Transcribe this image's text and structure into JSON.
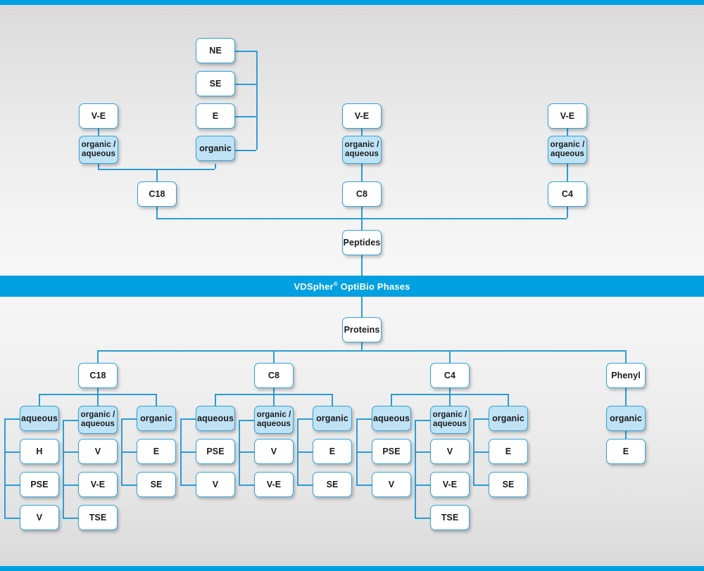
{
  "banner": {
    "text_before": "VDSpher",
    "registered_mark": "®",
    "text_after": " OptiBio Phases",
    "bg_color": "#00a0e1",
    "text_color": "#ffffff"
  },
  "theme": {
    "accent_blue": "#00a0e1",
    "line_blue": "#2c9cd6",
    "border_blue": "#34a3db",
    "highlight_fill": "#bfe2f4",
    "node_fill": "#ffffff",
    "page_bg_top": "#d9d9d9",
    "page_bg_mid": "#f7f7f7",
    "page_bg_bottom": "#d8d8d8"
  },
  "peptides": {
    "root_label": "Peptides",
    "columns": [
      {
        "id": "c18",
        "label": "C18",
        "modifiers": [
          {
            "id": "c18-org-aq",
            "label": "organic /\naqueous",
            "highlight": true,
            "parents": [
              {
                "id": "c18-ve",
                "label": "V-E",
                "highlight": false
              }
            ]
          },
          {
            "id": "c18-organic",
            "label": "organic",
            "highlight": true,
            "parents": [
              {
                "id": "c18-ne",
                "label": "NE",
                "highlight": false
              },
              {
                "id": "c18-se",
                "label": "SE",
                "highlight": false
              },
              {
                "id": "c18-e",
                "label": "E",
                "highlight": false
              }
            ]
          }
        ]
      },
      {
        "id": "c8",
        "label": "C8",
        "modifiers": [
          {
            "id": "c8-org-aq",
            "label": "organic /\naqueous",
            "highlight": true,
            "parents": [
              {
                "id": "c8-ve",
                "label": "V-E",
                "highlight": false
              }
            ]
          }
        ]
      },
      {
        "id": "c4",
        "label": "C4",
        "modifiers": [
          {
            "id": "c4-org-aq",
            "label": "organic /\naqueous",
            "highlight": true,
            "parents": [
              {
                "id": "c4-ve",
                "label": "V-E",
                "highlight": false
              }
            ]
          }
        ]
      }
    ]
  },
  "proteins": {
    "root_label": "Proteins",
    "columns": [
      {
        "id": "p-c18",
        "label": "C18",
        "groups": [
          {
            "id": "p-c18-aqueous",
            "label": "aqueous",
            "highlight": true,
            "children": [
              {
                "id": "p-c18-aq-h",
                "label": "H"
              },
              {
                "id": "p-c18-aq-pse",
                "label": "PSE"
              },
              {
                "id": "p-c18-aq-v",
                "label": "V"
              }
            ]
          },
          {
            "id": "p-c18-orgaq",
            "label": "organic /\naqueous",
            "highlight": true,
            "children": [
              {
                "id": "p-c18-oa-v",
                "label": "V"
              },
              {
                "id": "p-c18-oa-ve",
                "label": "V-E"
              },
              {
                "id": "p-c18-oa-tse",
                "label": "TSE"
              }
            ]
          },
          {
            "id": "p-c18-organic",
            "label": "organic",
            "highlight": true,
            "children": [
              {
                "id": "p-c18-o-e",
                "label": "E"
              },
              {
                "id": "p-c18-o-se",
                "label": "SE"
              }
            ]
          }
        ]
      },
      {
        "id": "p-c8",
        "label": "C8",
        "groups": [
          {
            "id": "p-c8-aqueous",
            "label": "aqueous",
            "highlight": true,
            "children": [
              {
                "id": "p-c8-aq-pse",
                "label": "PSE"
              },
              {
                "id": "p-c8-aq-v",
                "label": "V"
              }
            ]
          },
          {
            "id": "p-c8-orgaq",
            "label": "organic /\naqueous",
            "highlight": true,
            "children": [
              {
                "id": "p-c8-oa-v",
                "label": "V"
              },
              {
                "id": "p-c8-oa-ve",
                "label": "V-E"
              }
            ]
          },
          {
            "id": "p-c8-organic",
            "label": "organic",
            "highlight": true,
            "children": [
              {
                "id": "p-c8-o-e",
                "label": "E"
              },
              {
                "id": "p-c8-o-se",
                "label": "SE"
              }
            ]
          }
        ]
      },
      {
        "id": "p-c4",
        "label": "C4",
        "groups": [
          {
            "id": "p-c4-aqueous",
            "label": "aqueous",
            "highlight": true,
            "children": [
              {
                "id": "p-c4-aq-pse",
                "label": "PSE"
              },
              {
                "id": "p-c4-aq-v",
                "label": "V"
              }
            ]
          },
          {
            "id": "p-c4-orgaq",
            "label": "organic /\naqueous",
            "highlight": true,
            "children": [
              {
                "id": "p-c4-oa-v",
                "label": "V"
              },
              {
                "id": "p-c4-oa-ve",
                "label": "V-E"
              },
              {
                "id": "p-c4-oa-tse",
                "label": "TSE"
              }
            ]
          },
          {
            "id": "p-c4-organic",
            "label": "organic",
            "highlight": true,
            "children": [
              {
                "id": "p-c4-o-e",
                "label": "E"
              },
              {
                "id": "p-c4-o-se",
                "label": "SE"
              }
            ]
          }
        ]
      },
      {
        "id": "p-phenyl",
        "label": "Phenyl",
        "groups": [
          {
            "id": "p-phenyl-organic",
            "label": "organic",
            "highlight": true,
            "children": [
              {
                "id": "p-phenyl-o-e",
                "label": "E"
              }
            ]
          }
        ]
      }
    ]
  }
}
